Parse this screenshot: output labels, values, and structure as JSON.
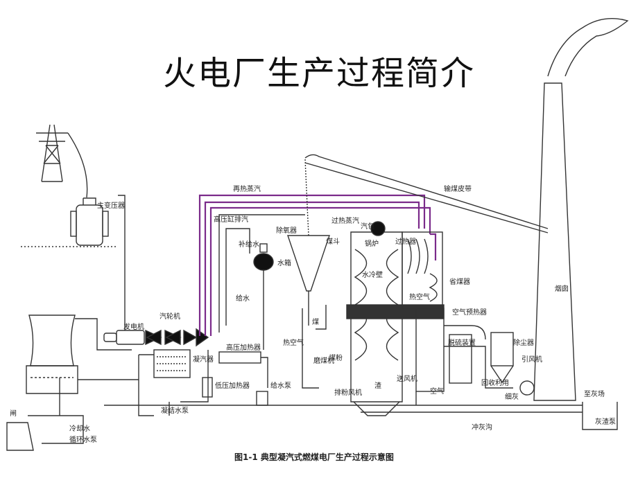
{
  "title": "火电厂生产过程简介",
  "caption": "图1-1  典型凝汽式燃煤电厂生产过程示意图",
  "colors": {
    "steam_line": "#7a2a8a",
    "ink": "#222222"
  },
  "labels": {
    "main_transformer": "主变压器",
    "reheat_steam": "再热蒸汽",
    "coal_belt": "输煤皮带",
    "hp_cylinder_exhaust": "高压缸排汽",
    "deaerator": "除氧器",
    "makeup_water": "补给水",
    "water_tank": "水箱",
    "coal_hopper": "煤斗",
    "superheated_steam": "过热蒸汽",
    "drum": "汽包",
    "boiler": "锅炉",
    "superheater": "过热器",
    "water_wall": "水冷壁",
    "economizer": "省煤器",
    "hot_air": "热空气",
    "air_preheater": "空气预热器",
    "chimney": "烟囱",
    "turbine": "汽轮机",
    "generator": "发电机",
    "feed_water": "给水",
    "hp_heater": "高压加热器",
    "coal": "煤",
    "hot_air_2": "热空气",
    "desulfurization": "脱硫装置",
    "dust_collector": "除尘器",
    "induced_fan": "引风机",
    "condenser": "凝汽器",
    "lp_heater": "低压加热器",
    "feed_pump": "给水泵",
    "coal_mill": "磨煤机",
    "pulverized_coal": "煤粉",
    "exhaust_fan": "排粉风机",
    "slag": "渣",
    "forced_fan": "送风机",
    "air": "空气",
    "recycle": "回收利用",
    "fly_ash": "细灰",
    "ash_yard": "至灰场",
    "condensate_pump": "凝结水泵",
    "gate": "闸",
    "cooling_water": "冷却水",
    "circ_pump": "循环水泵",
    "ash_channel": "冲灰沟",
    "ash_pump": "灰渣泵"
  }
}
